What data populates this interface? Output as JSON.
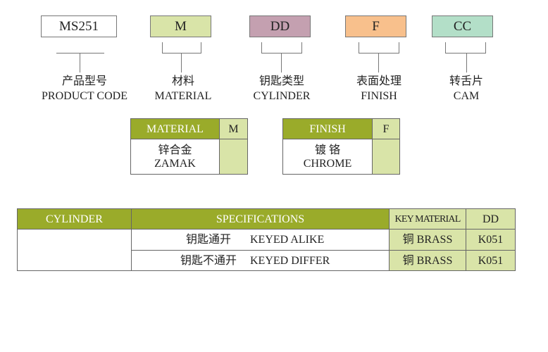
{
  "codes": [
    {
      "code": "MS251",
      "zh": "产品型号",
      "en": "PRODUCT CODE",
      "color": "#ffffff"
    },
    {
      "code": "M",
      "zh": "材料",
      "en": "MATERIAL",
      "color": "#d9e4a8"
    },
    {
      "code": "DD",
      "zh": "钥匙类型",
      "en": "CYLINDER",
      "color": "#c4a0b0"
    },
    {
      "code": "F",
      "zh": "表面处理",
      "en": "FINISH",
      "color": "#f8c08c"
    },
    {
      "code": "CC",
      "zh": "转舌片",
      "en": "CAM",
      "color": "#b3dfc8"
    }
  ],
  "material_table": {
    "header": "MATERIAL",
    "code": "M",
    "zh": "锌合金",
    "en": "ZAMAK"
  },
  "finish_table": {
    "header": "FINISH",
    "code": "F",
    "zh": "镀 铬",
    "en": "CHROME"
  },
  "cylinder_table": {
    "headers": [
      "CYLINDER",
      "SPECIFICATIONS",
      "KEY MATERIAL",
      "DD"
    ],
    "rows": [
      {
        "zh": "钥匙通开",
        "en": "KEYED ALIKE",
        "material": "铜 BRASS",
        "code": "K051"
      },
      {
        "zh": "钥匙不通开",
        "en": "KEYED DIFFER",
        "material": "铜 BRASS",
        "code": "K051"
      }
    ]
  },
  "colors": {
    "header": "#9aab2a",
    "light": "#d9e4a8"
  }
}
